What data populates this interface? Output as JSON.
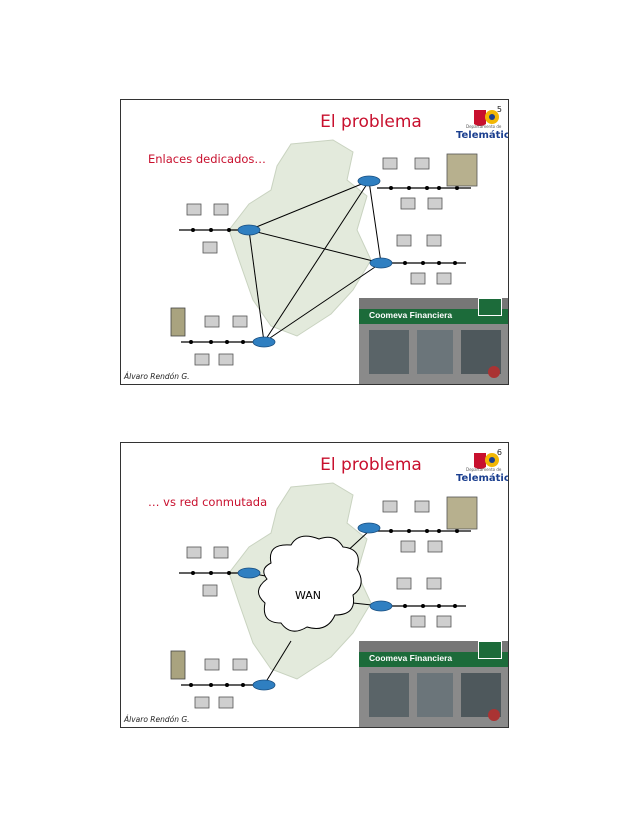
{
  "slides": [
    {
      "number": "5",
      "title": "El problema",
      "subtitle": "Enlaces dedicados…",
      "author": "Álvaro Rendón G.",
      "logo": {
        "department": "Departamento de",
        "name": "Telemática"
      },
      "photo_sign": "Coomeva Financiera",
      "topology": "dedicated-links"
    },
    {
      "number": "6",
      "title": "El problema",
      "subtitle": "… vs red conmutada",
      "author": "Álvaro Rendón G.",
      "logo": {
        "department": "Departamento de",
        "name": "Telemática"
      },
      "photo_sign": "Coomeva Financiera",
      "cloud_label": "WAN",
      "topology": "switched-network"
    }
  ],
  "colors": {
    "title": "#c8102e",
    "router": "#2f7fc1",
    "logo_blue": "#1b3f8f",
    "sign_green": "#1c6b3a"
  }
}
